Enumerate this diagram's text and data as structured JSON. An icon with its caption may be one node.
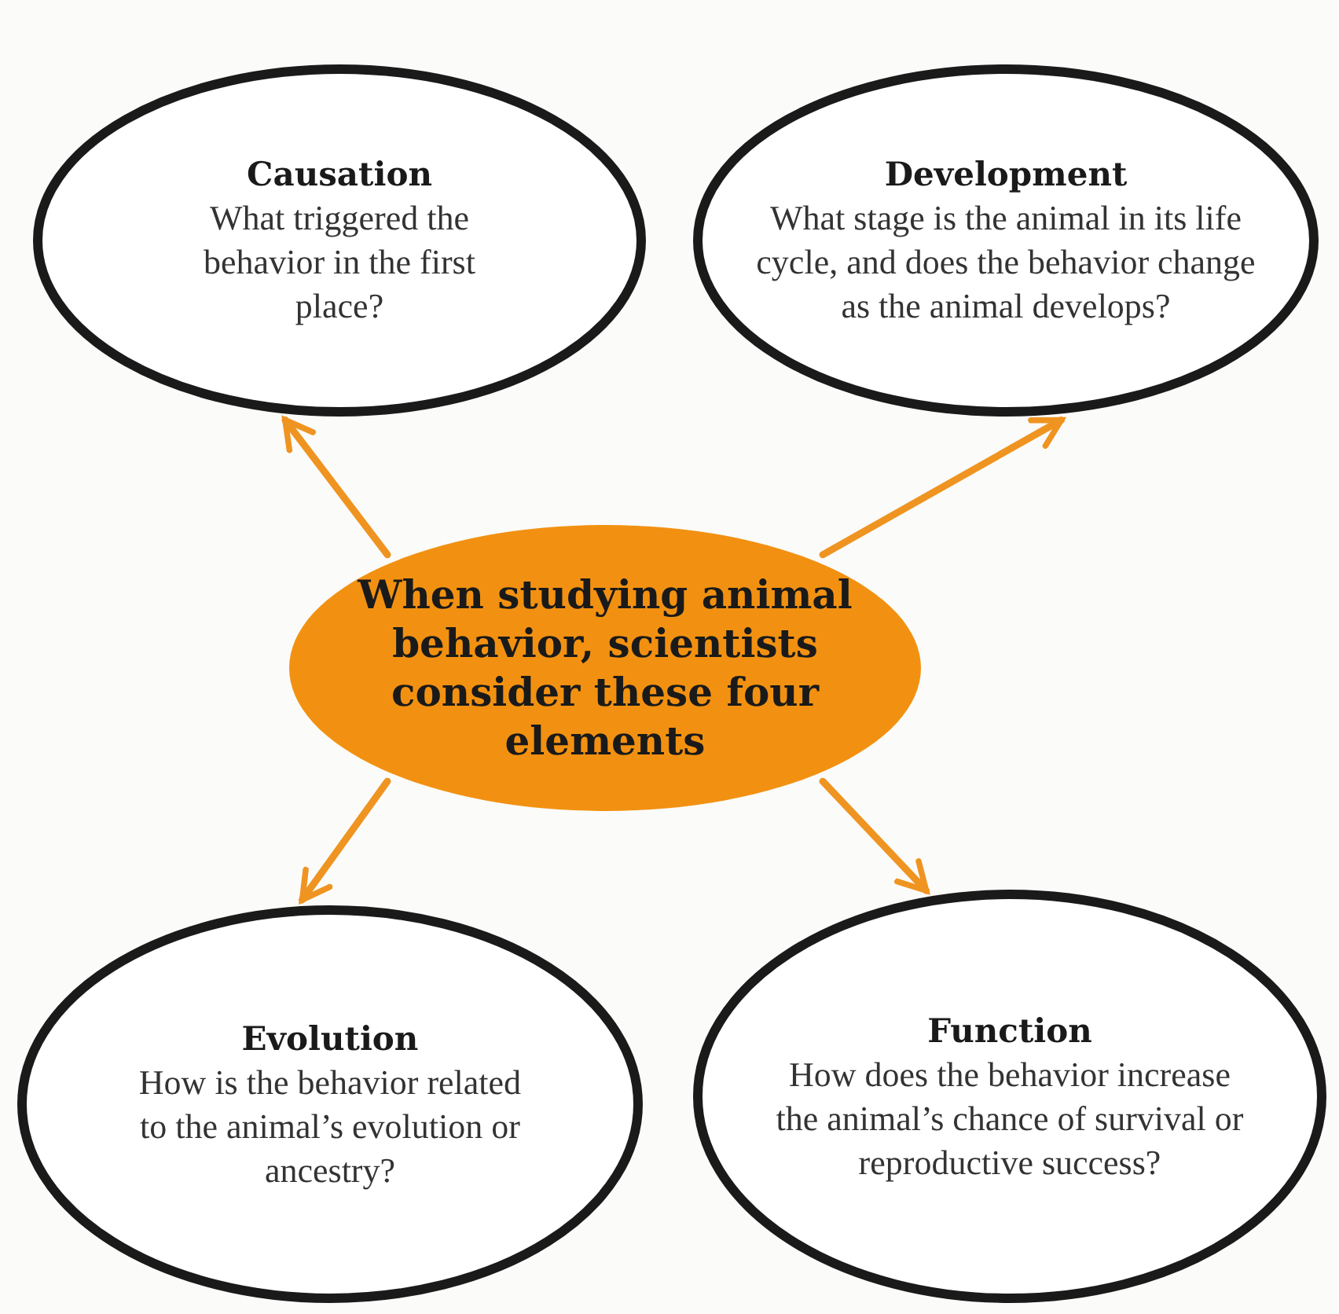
{
  "diagram": {
    "nodes": [
      {
        "text": [
          "Causation",
          "What triggered the behavior in the first place?"
        ]
      },
      {
        "text": [
          "Development",
          "What stage is the animal in its life cycle, and does the behavior change as the animal develops?"
        ]
      },
      {
        "text": [
          "When studying animal behavior, scientists consider these four elements"
        ]
      },
      {
        "text": [
          "Evolution",
          "How is the behavior related to the animal’s evolution or ancestry?"
        ]
      },
      {
        "text": [
          "Function",
          "How does the behavior increase the animal’s chance of survival or reproductive success?"
        ]
      }
    ],
    "edges": [
      {
        "from": 2,
        "to": 0,
        "arrow": "to"
      },
      {
        "from": 2,
        "to": 1,
        "arrow": "to"
      },
      {
        "from": 2,
        "to": 3,
        "arrow": "to"
      },
      {
        "from": 2,
        "to": 4,
        "arrow": "to"
      }
    ]
  }
}
